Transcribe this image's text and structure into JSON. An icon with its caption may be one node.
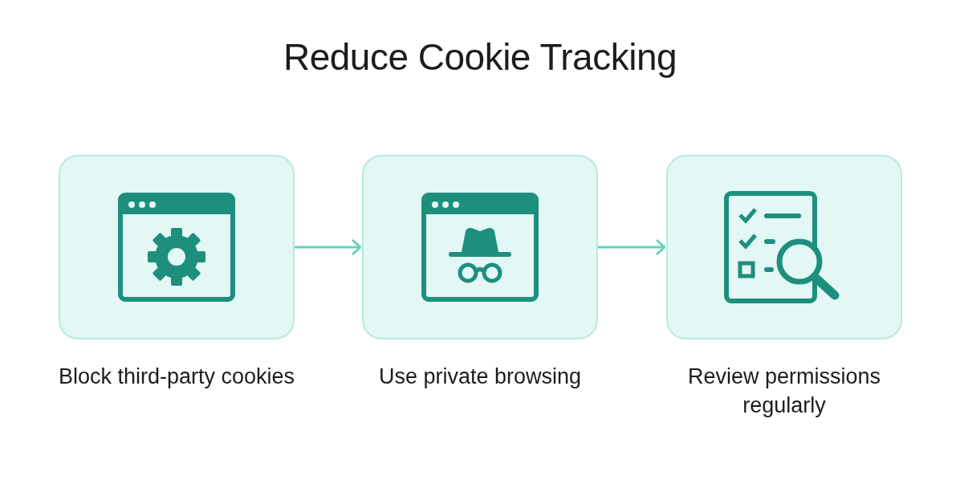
{
  "diagram": {
    "title": "Reduce Cookie Tracking",
    "nodes": [
      {
        "text": [
          "Block third-party cookies"
        ]
      },
      {
        "text": [
          "Use private browsing"
        ]
      },
      {
        "text": [
          "Review permissions regularly"
        ]
      }
    ],
    "edges": [
      {
        "from": 0,
        "to": 1,
        "arrow": "to"
      },
      {
        "from": 1,
        "to": 2,
        "arrow": "to"
      }
    ]
  }
}
